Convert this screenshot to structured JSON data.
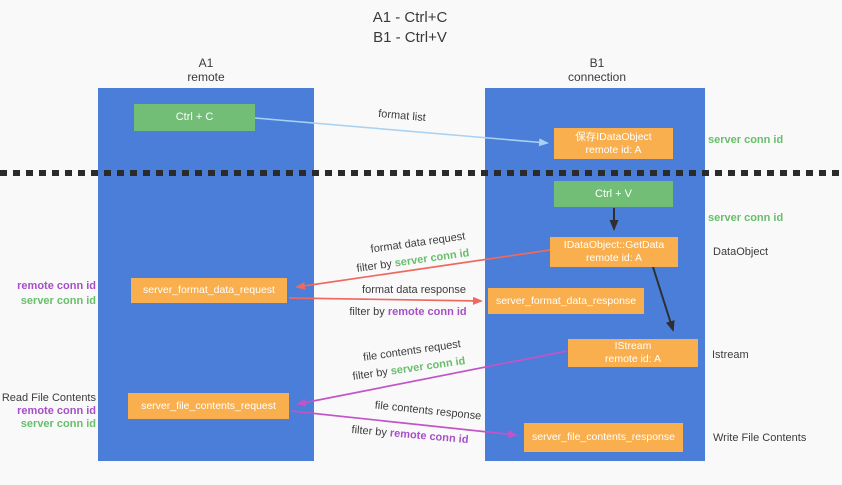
{
  "title": {
    "line1": "A1 - Ctrl+C",
    "line2": "B1 - Ctrl+V"
  },
  "lanes": {
    "left": {
      "name": "A1",
      "subtitle": "remote"
    },
    "right": {
      "name": "B1",
      "subtitle": "connection"
    }
  },
  "nodes": {
    "ctrl_c": {
      "label": "Ctrl + C"
    },
    "save_idataobject": {
      "line1": "保存IDataObject",
      "line2": "remote id: A"
    },
    "ctrl_v": {
      "label": "Ctrl + V"
    },
    "getdata": {
      "line1": "IDataObject::GetData",
      "line2": "remote id: A"
    },
    "format_request": {
      "label": "server_format_data_request"
    },
    "format_response": {
      "label": "server_format_data_response"
    },
    "istream": {
      "line1": "IStream",
      "line2": "remote id: A"
    },
    "file_request": {
      "label": "server_file_contents_request"
    },
    "file_response": {
      "label": "server_file_contents_response"
    }
  },
  "arrow_labels": {
    "format_list": "format list",
    "format_data_request": "format data request",
    "format_data_response": "format data response",
    "file_contents_request": "file contents request",
    "file_contents_response": "file contents response",
    "filter_prefix": "filter by",
    "server_conn_id": "server conn id",
    "remote_conn_id": "remote conn id"
  },
  "annotations": {
    "right": [
      {
        "text": "server conn id"
      },
      {
        "text": "server conn id"
      },
      {
        "text": "DataObject"
      },
      {
        "text": "Istream"
      },
      {
        "text": "Write File Contents"
      }
    ],
    "left": [
      {
        "text": "remote conn id"
      },
      {
        "text": "server conn id"
      },
      {
        "text": "Read File Contents"
      },
      {
        "text": "remote conn id"
      },
      {
        "text": "server conn id"
      }
    ]
  },
  "colors": {
    "lane_blue": "#4a7ed8",
    "node_orange": "#f9af4d",
    "node_green": "#72be76",
    "arrow_light_blue": "#a9d2f2",
    "arrow_red": "#ee6960",
    "arrow_magenta": "#c155c7",
    "arrow_black": "#2f2f2f",
    "conn_id_green": "#68be6b",
    "conn_id_purple": "#a64fc6"
  }
}
